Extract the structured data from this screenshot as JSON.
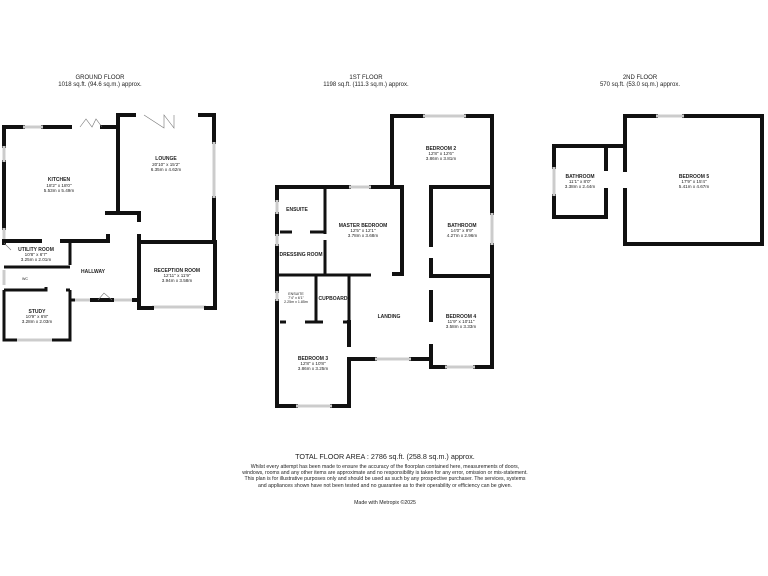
{
  "floors": [
    {
      "title": "GROUND FLOOR",
      "area": "1018 sq.ft. (94.6 sq.m.) approx.",
      "rooms": [
        {
          "name": "KITCHEN",
          "imperial": "18'2\" x 18'0\"",
          "metric": "5.53m x 5.49m"
        },
        {
          "name": "LOUNGE",
          "imperial": "20'10\" x 15'2\"",
          "metric": "6.35m x 4.62m"
        },
        {
          "name": "UTILITY ROOM",
          "imperial": "10'8\" x 6'7\"",
          "metric": "3.25m x 2.01m"
        },
        {
          "name": "WC"
        },
        {
          "name": "HALLWAY"
        },
        {
          "name": "RECEPTION ROOM",
          "imperial": "12'11\" x 11'9\"",
          "metric": "3.94m x 3.58m"
        },
        {
          "name": "STUDY",
          "imperial": "10'9\" x 6'8\"",
          "metric": "3.28m x 2.03m"
        }
      ]
    },
    {
      "title": "1ST FLOOR",
      "area": "1198 sq.ft. (111.3 sq.m.) approx.",
      "rooms": [
        {
          "name": "BEDROOM 2",
          "imperial": "12'8\" x 12'6\"",
          "metric": "3.86m x 3.81m"
        },
        {
          "name": "ENSUITE"
        },
        {
          "name": "MASTER BEDROOM",
          "imperial": "12'5\" x 12'1\"",
          "metric": "3.78m x 3.68m"
        },
        {
          "name": "DRESSING ROOM"
        },
        {
          "name": "BATHROOM",
          "imperial": "14'0\" x 9'9\"",
          "metric": "4.27m x 2.96m"
        },
        {
          "name": "ENSUITE",
          "imperial": "7'4\" x 6'1\"",
          "metric": "2.25m x 1.85m"
        },
        {
          "name": "CUPBOARD"
        },
        {
          "name": "LANDING"
        },
        {
          "name": "BEDROOM 4",
          "imperial": "11'9\" x 10'11\"",
          "metric": "3.58m x 3.33m"
        },
        {
          "name": "BEDROOM 3",
          "imperial": "12'8\" x 10'8\"",
          "metric": "3.86m x 3.25m"
        }
      ]
    },
    {
      "title": "2ND FLOOR",
      "area": "570 sq.ft. (53.0 sq.m.) approx.",
      "rooms": [
        {
          "name": "BATHROOM",
          "imperial": "11'1\" x 8'0\"",
          "metric": "3.38m x 2.44m"
        },
        {
          "name": "BEDROOM 5",
          "imperial": "17'9\" x 15'4\"",
          "metric": "5.41m x 4.67m"
        }
      ]
    }
  ],
  "footer": {
    "total": "TOTAL FLOOR AREA : 2786 sq.ft. (258.8 sq.m.) approx.",
    "disclaimer": "Whilst every attempt has been made to ensure the accuracy of the floorplan contained here, measurements of doors, windows, rooms and any other items are approximate and no responsibility is taken for any error, omission or mis-statement. This plan is for illustrative purposes only and should be used as such by any prospective purchaser. The services, systems and appliances shown have not been tested and no guarantee as to their operability or efficiency can be given.",
    "made_with": "Made with Metropix ©2025"
  }
}
